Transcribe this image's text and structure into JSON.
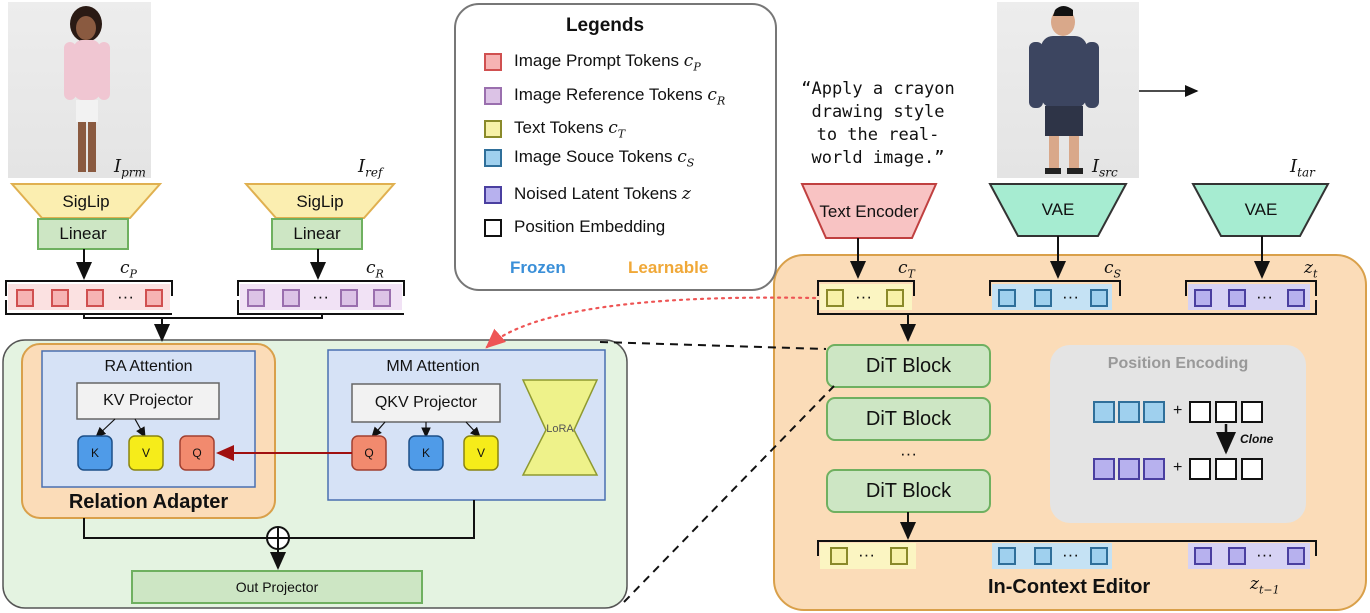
{
  "inputs": {
    "i_prm_label": "I",
    "i_prm_sub": "prm",
    "i_ref_label": "I",
    "i_ref_sub": "ref",
    "i_src_label": "I",
    "i_src_sub": "src",
    "i_tar_label": "I",
    "i_tar_sub": "tar",
    "prompt_text": "“Apply a crayon drawing style to the real-world image.”"
  },
  "left": {
    "siglip_1": "SigLip",
    "linear_1": "Linear",
    "siglip_2": "SigLip",
    "linear_2": "Linear",
    "cp_label": "c",
    "cp_sub": "P",
    "cr_label": "c",
    "cr_sub": "R",
    "ellipsis": "···"
  },
  "adapter": {
    "ra_attention": "RA Attention",
    "kv_projector": "KV Projector",
    "k": "K",
    "v": "V",
    "q": "Q",
    "mm_attention": "MM Attention",
    "qkv_projector": "QKV Projector",
    "q2": "Q",
    "k2": "K",
    "v2": "V",
    "lora": "LoRA",
    "relation_adapter": "Relation Adapter",
    "out_projector": "Out Projector",
    "plus": "⊕"
  },
  "legend": {
    "title": "Legends",
    "items": [
      {
        "text": "Image Prompt Tokens ",
        "math": "c",
        "sub": "P",
        "color": "#f6b3b3",
        "border": "#d05050"
      },
      {
        "text": "Image Reference Tokens ",
        "math": "c",
        "sub": "R",
        "color": "#dcc3e6",
        "border": "#9a6fae"
      },
      {
        "text": "Text Tokens ",
        "math": "c",
        "sub": "T",
        "color": "#f7f1a8",
        "border": "#8a8a2a"
      },
      {
        "text": "Image Souce Tokens ",
        "math": "c",
        "sub": "S",
        "color": "#9fd0ee",
        "border": "#2f6f9a"
      },
      {
        "text": "Noised Latent Tokens ",
        "math": "z",
        "sub": "",
        "color": "#b7b1ee",
        "border": "#4a3fa0"
      },
      {
        "text": "Position Embedding",
        "math": "",
        "sub": "",
        "color": "#ffffff",
        "border": "#111111"
      }
    ],
    "frozen": "Frozen",
    "learnable": "Learnable",
    "frozen_color": "#3a8fd8",
    "learnable_color": "#f0a838"
  },
  "editor": {
    "text_encoder": "Text Encoder",
    "vae_1": "VAE",
    "vae_2": "VAE",
    "ct_label": "c",
    "ct_sub": "T",
    "cs_label": "c",
    "cs_sub": "S",
    "zt_label": "z",
    "zt_sub": "t",
    "dit_1": "DiT Block",
    "dit_2": "DiT Block",
    "dit_dots": "···",
    "dit_3": "DiT Block",
    "position_encoding": "Position Encoding",
    "plus_1": "+",
    "plus_2": "+",
    "clone": "Clone",
    "in_context_editor": "In-Context Editor",
    "zt1_label": "z",
    "zt1_sub": "t−1",
    "ellipsis": "···"
  }
}
